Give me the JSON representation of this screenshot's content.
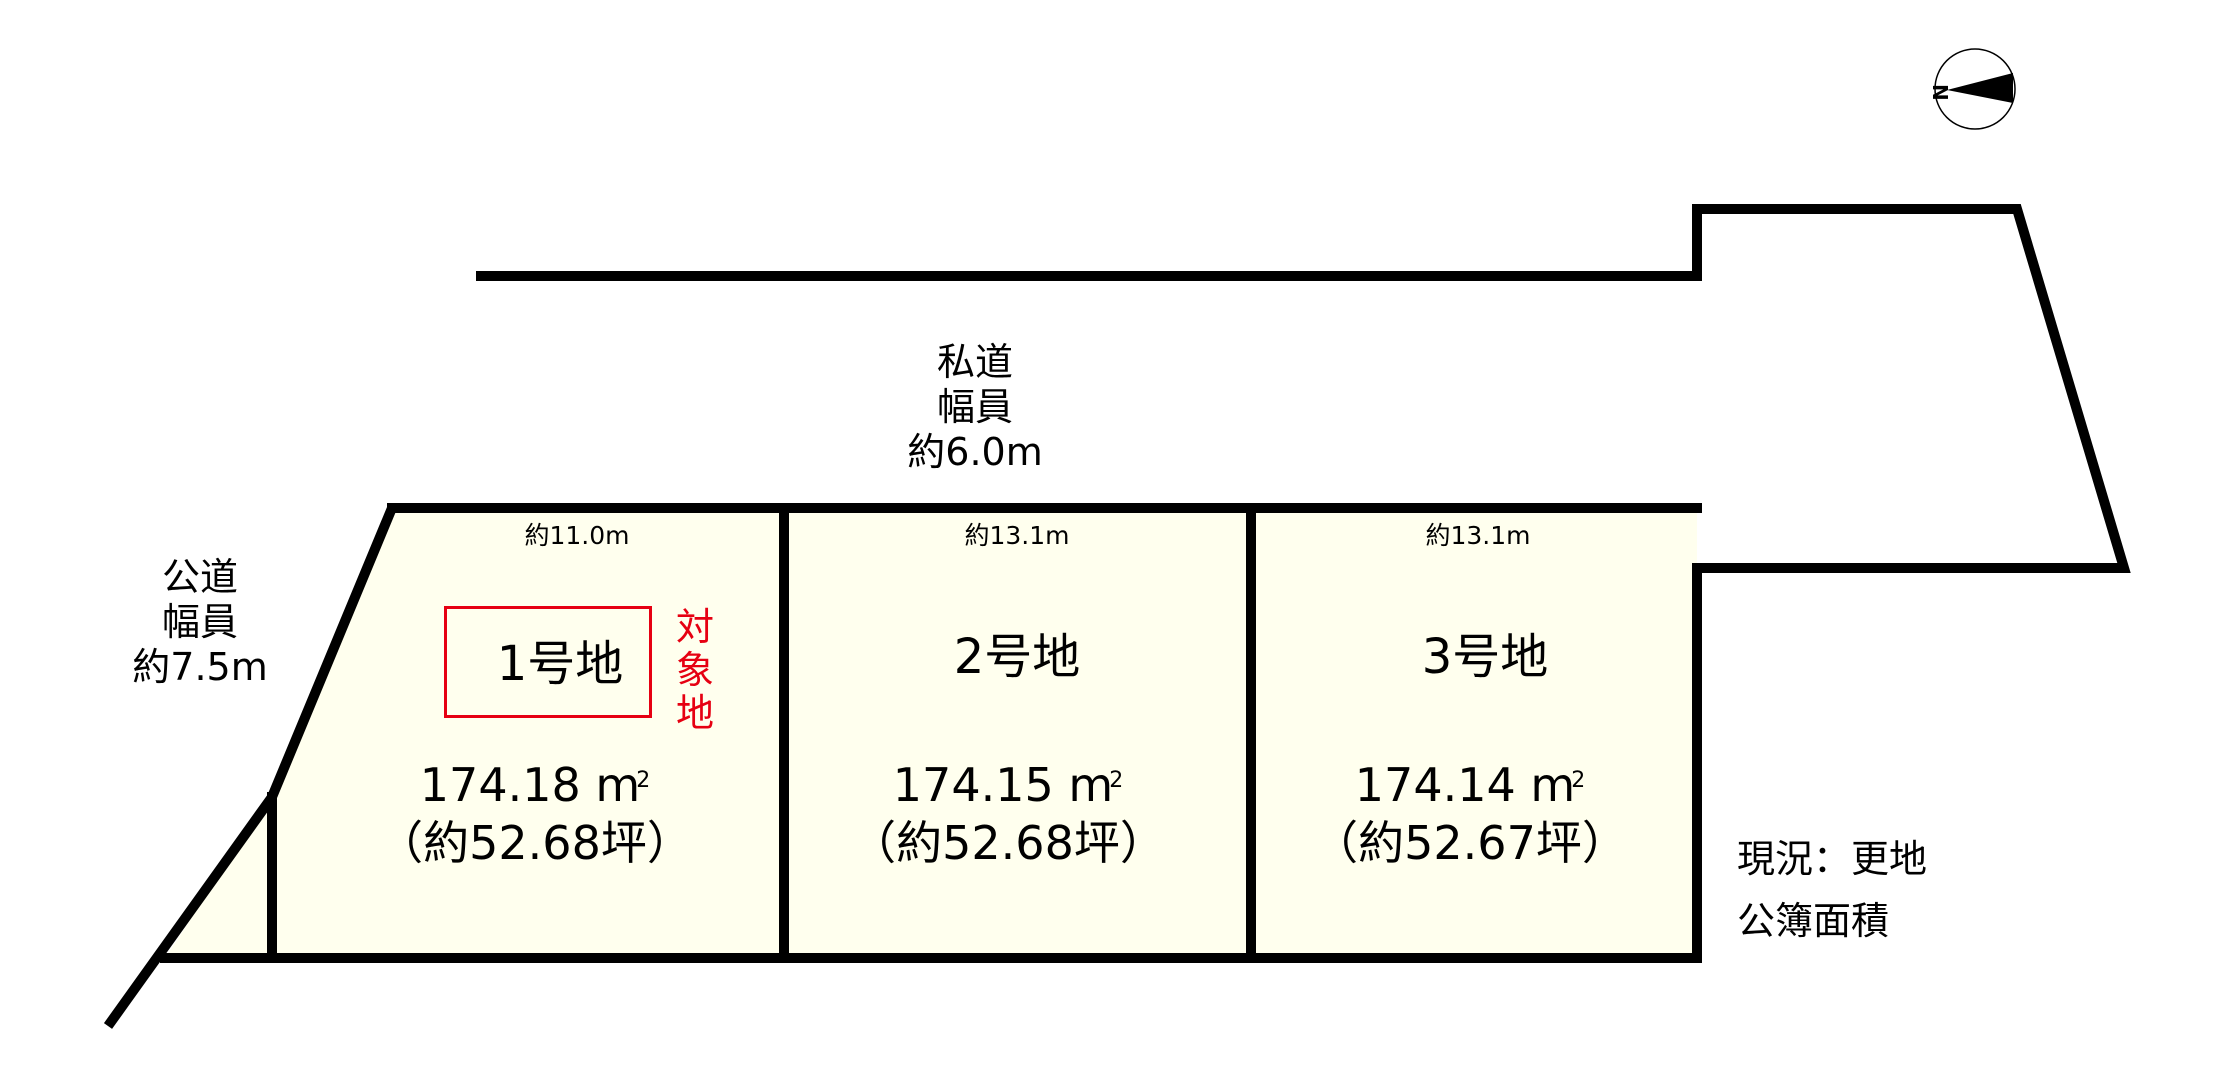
{
  "colors": {
    "lot_fill": "#FFFFEE",
    "outline": "#000000",
    "target_highlight": "#E60012"
  },
  "compass": {
    "icon": "north-arrow-icon",
    "label": "N",
    "direction": "left"
  },
  "roads": {
    "private": {
      "line1": "私道",
      "line2": "幅員",
      "line3": "約6.0m"
    },
    "public": {
      "line1": "公道",
      "line2": "幅員",
      "line3": "約7.5m"
    }
  },
  "lots": [
    {
      "id": 1,
      "name": "1号地",
      "frontage": "約11.0m",
      "area_sqm": "174.18",
      "area_unit": "m",
      "area_sup": "2",
      "area_tsubo": "（約52.68坪）",
      "is_target": true
    },
    {
      "id": 2,
      "name": "2号地",
      "frontage": "約13.1m",
      "area_sqm": "174.15",
      "area_unit": "m",
      "area_sup": "2",
      "area_tsubo": "（約52.68坪）",
      "is_target": false
    },
    {
      "id": 3,
      "name": "3号地",
      "frontage": "約13.1m",
      "area_sqm": "174.14",
      "area_unit": "m",
      "area_sup": "2",
      "area_tsubo": "（約52.67坪）",
      "is_target": false
    }
  ],
  "target_label": "対象地",
  "notes": {
    "status": "現況：更地",
    "area_basis": "公簿面積"
  }
}
